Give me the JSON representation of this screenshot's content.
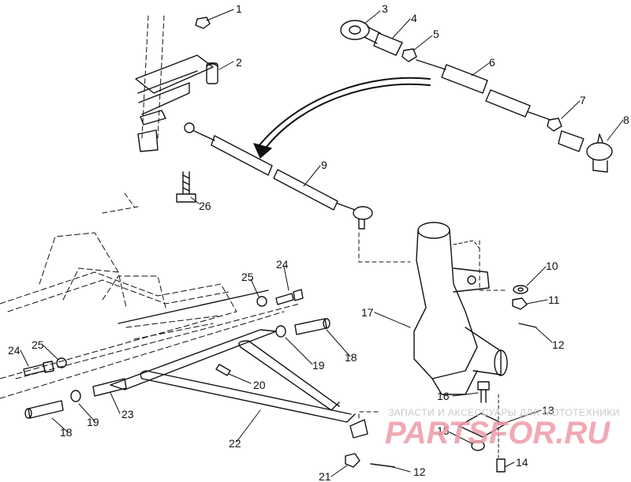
{
  "callouts": [
    "1",
    "2",
    "3",
    "4",
    "5",
    "6",
    "7",
    "8",
    "9",
    "26",
    "10",
    "11",
    "12",
    "17",
    "25",
    "24",
    "25",
    "24",
    "19",
    "18",
    "20",
    "16",
    "13",
    "15",
    "23",
    "19",
    "18",
    "22",
    "14",
    "21",
    "12"
  ],
  "watermark": {
    "line1": "ЗАПАСТИ И АКСЕССУАРЫ ДЛЯ МОТОТЕХНИКИ",
    "brand": "PARTSFOR.RU"
  },
  "colors": {
    "ink": "#111111",
    "watermark_brand": "#ee9aa6",
    "watermark_text": "#c8c8c8"
  }
}
